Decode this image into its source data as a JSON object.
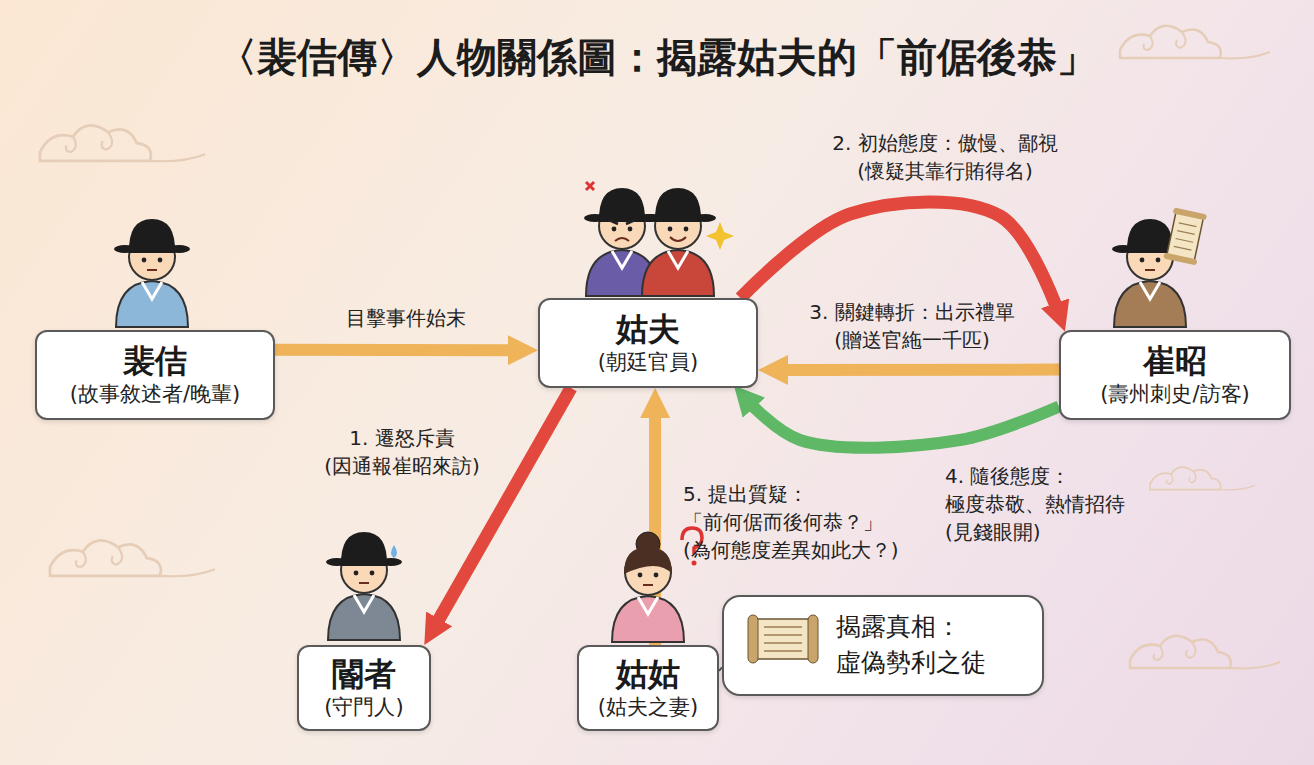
{
  "diagram": {
    "title": "〈裴佶傳〉人物關係圖：揭露姑夫的「前倨後恭」",
    "nodes": [
      {
        "text": [
          "裴佶",
          "(故事敘述者/晚輩)"
        ]
      },
      {
        "text": [
          "姑夫",
          "(朝廷官員)"
        ]
      },
      {
        "text": [
          "崔昭",
          "(壽州刺史/訪客)"
        ]
      },
      {
        "text": [
          "閽者",
          "(守門人)"
        ]
      },
      {
        "text": [
          "姑姑",
          "(姑夫之妻)"
        ]
      },
      {
        "text": [
          "揭露真相： 虛偽勢利之徒"
        ]
      }
    ],
    "edges": [
      {
        "from": 0,
        "to": 1,
        "label": "目擊事件始末",
        "arrow": "to"
      },
      {
        "from": 1,
        "to": 2,
        "label": "2. 初始態度：傲慢、鄙視 (懷疑其靠行賄得名)",
        "arrow": "to"
      },
      {
        "from": 2,
        "to": 1,
        "label": "3. 關鍵轉折：出示禮單 (贈送官絁一千匹)",
        "arrow": "to"
      },
      {
        "from": 2,
        "to": 1,
        "label": "4. 隨後態度： 極度恭敬、熱情招待 (見錢眼開)",
        "arrow": "to"
      },
      {
        "from": 1,
        "to": 3,
        "label": "1. 遷怒斥責 (因通報崔昭來訪)",
        "arrow": "to"
      },
      {
        "from": 4,
        "to": 1,
        "label": "5. 提出質疑： 「前何倨而後何恭？」 (為何態度差異如此大？)",
        "arrow": "to"
      },
      {
        "from": 4,
        "to": 5,
        "arrow": "none"
      }
    ]
  }
}
